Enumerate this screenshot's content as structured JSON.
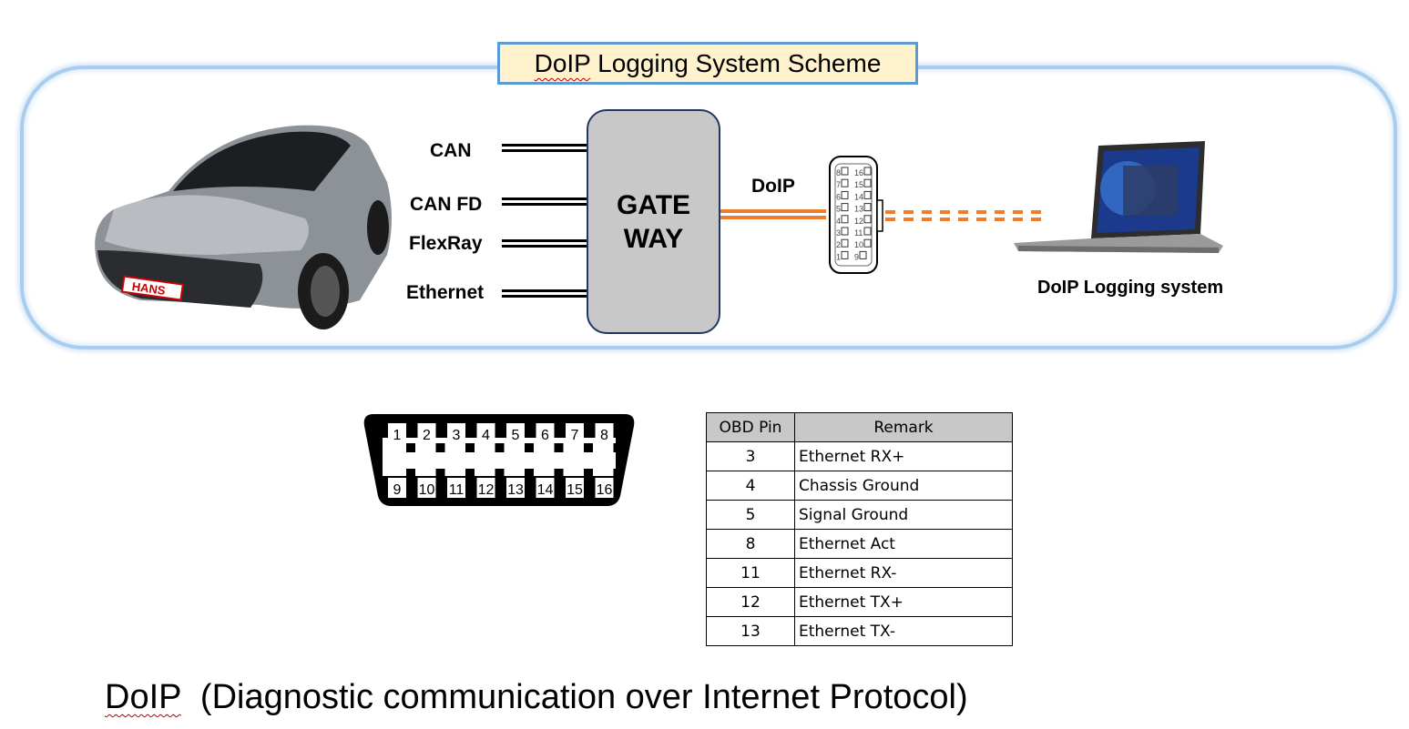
{
  "title": {
    "prefix": "DoIP",
    "rest": " Logging System Scheme"
  },
  "buses": [
    "CAN",
    "CAN FD",
    "FlexRay",
    "Ethernet"
  ],
  "gateway": {
    "line1": "GATE",
    "line2": "WAY"
  },
  "link_label": "DoIP",
  "laptop_label": "DoIP Logging system",
  "car_badge": "HANS",
  "obd_pins_top": [
    "1",
    "2",
    "3",
    "4",
    "5",
    "6",
    "7",
    "8"
  ],
  "obd_pins_bottom": [
    "9",
    "10",
    "11",
    "12",
    "13",
    "14",
    "15",
    "16"
  ],
  "table": {
    "headers": [
      "OBD Pin",
      "Remark"
    ],
    "rows": [
      [
        "3",
        "Ethernet RX+"
      ],
      [
        "4",
        "Chassis Ground"
      ],
      [
        "5",
        "Signal Ground"
      ],
      [
        "8",
        "Ethernet Act"
      ],
      [
        "11",
        "Ethernet RX-"
      ],
      [
        "12",
        "Ethernet TX+"
      ],
      [
        "13",
        "Ethernet TX-"
      ]
    ]
  },
  "footer": {
    "acronym": "DoIP",
    "text": "  (Diagnostic communication over Internet Protocol)"
  },
  "colors": {
    "frame": "#a9cdef",
    "title_border": "#5b9bd5",
    "title_fill": "#fff2cc",
    "doip_line": "#ed7d31",
    "gateway_fill": "#c8c8c8"
  }
}
